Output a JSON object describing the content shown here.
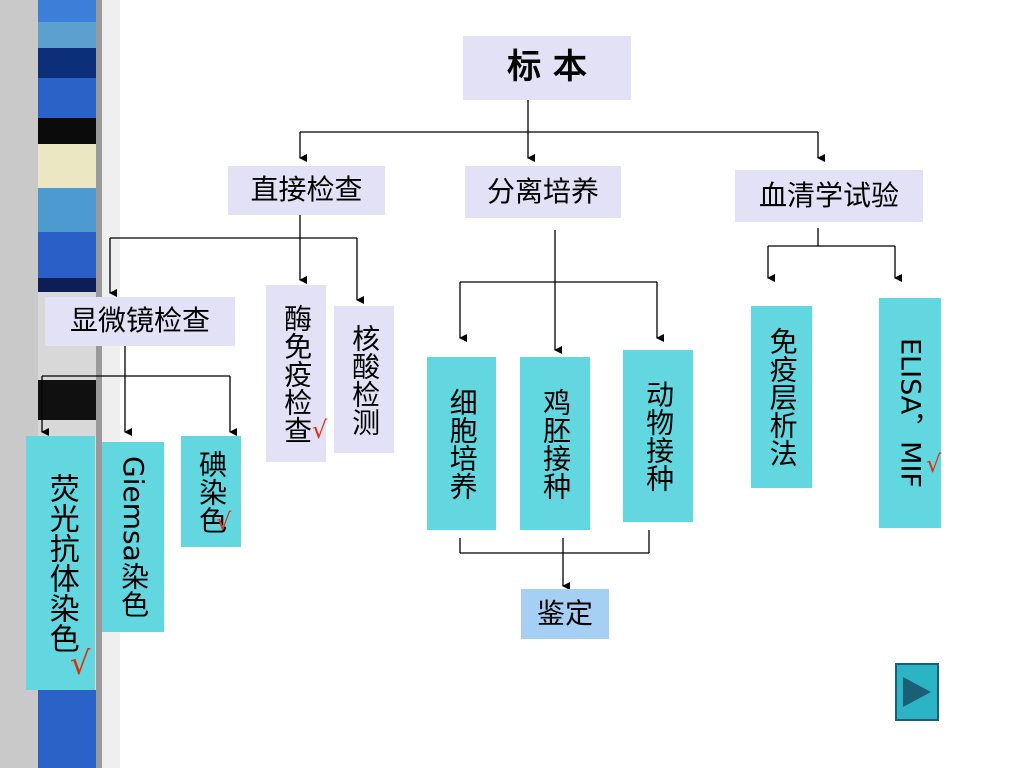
{
  "root": "标 本",
  "level1": {
    "direct": "直接检查",
    "isolation": "分离培养",
    "serology": "血清学试验"
  },
  "direct_children": {
    "microscopy": "显微镜检查",
    "enzyme": "酶免疫检查",
    "nucleic": "核酸检测"
  },
  "microscopy_children": {
    "fluorescent": "荧光抗体染色",
    "giemsa": "Giemsa染色",
    "iodine": "碘染色"
  },
  "isolation_children": {
    "cell": "细胞培养",
    "embryo": "鸡胚接种",
    "animal": "动物接种"
  },
  "identify": "鉴定",
  "serology_children": {
    "immunochrom": "免疫层析法",
    "elisa": "ELISA，MIF"
  },
  "check_mark": "√",
  "colors": {
    "lavender": "#e3e1f6",
    "cyan": "#63d7df",
    "light_blue": "#a6d0f3",
    "check": "#e03010"
  },
  "icons": {
    "nav": "play-triangle-icon"
  }
}
